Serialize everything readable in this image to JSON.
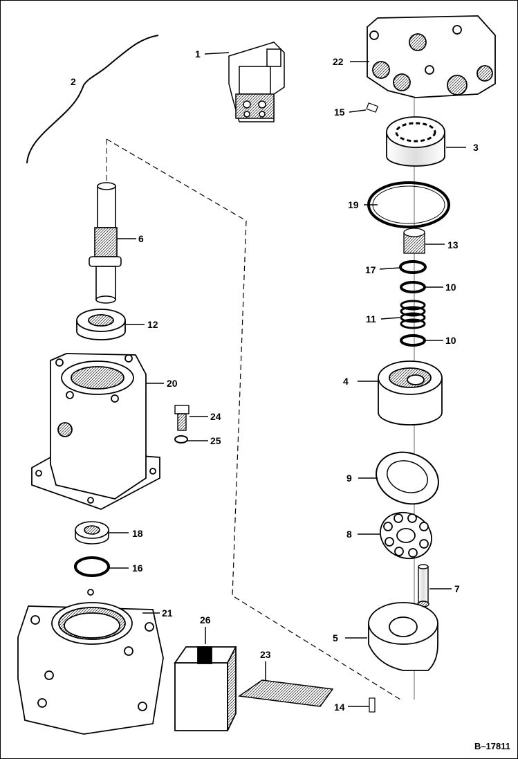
{
  "figure_code": "B–17811",
  "callouts": [
    {
      "id": "c1",
      "text": "1"
    },
    {
      "id": "c2",
      "text": "2"
    },
    {
      "id": "c3",
      "text": "3"
    },
    {
      "id": "c4",
      "text": "4"
    },
    {
      "id": "c5",
      "text": "5"
    },
    {
      "id": "c6",
      "text": "6"
    },
    {
      "id": "c7",
      "text": "7"
    },
    {
      "id": "c8",
      "text": "8"
    },
    {
      "id": "c9",
      "text": "9"
    },
    {
      "id": "c10a",
      "text": "10"
    },
    {
      "id": "c10b",
      "text": "10"
    },
    {
      "id": "c11",
      "text": "11"
    },
    {
      "id": "c12",
      "text": "12"
    },
    {
      "id": "c13",
      "text": "13"
    },
    {
      "id": "c14",
      "text": "14"
    },
    {
      "id": "c15",
      "text": "15"
    },
    {
      "id": "c16",
      "text": "16"
    },
    {
      "id": "c17",
      "text": "17"
    },
    {
      "id": "c18",
      "text": "18"
    },
    {
      "id": "c19",
      "text": "19"
    },
    {
      "id": "c20",
      "text": "20"
    },
    {
      "id": "c21",
      "text": "21"
    },
    {
      "id": "c22",
      "text": "22"
    },
    {
      "id": "c23",
      "text": "23"
    },
    {
      "id": "c24",
      "text": "24"
    },
    {
      "id": "c25",
      "text": "25"
    },
    {
      "id": "c26",
      "text": "26"
    }
  ]
}
